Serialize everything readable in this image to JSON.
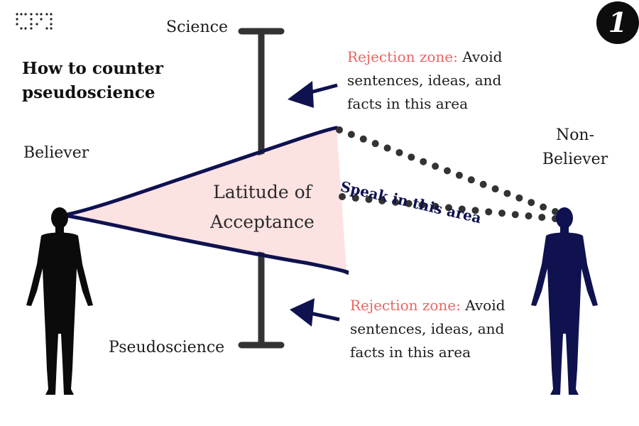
{
  "diagram": {
    "title_line1": "How to counter",
    "title_line2": "pseudoscience",
    "axis_top_label": "Science",
    "axis_bottom_label": "Pseudoscience",
    "believer_label": "Believer",
    "non_believer_label_line1": "Non-",
    "non_believer_label_line2": "Believer",
    "latitude_line1": "Latitude of",
    "latitude_line2": "Acceptance",
    "speak_text": "Speak in this area",
    "rejection_top": {
      "highlight": "Rejection zone:",
      "rest": " Avoid",
      "line2": "sentences, ideas, and",
      "line3": "facts in this area"
    },
    "rejection_bottom": {
      "highlight": "Rejection zone:",
      "rest": " Avoid",
      "line2": "sentences, ideas, and",
      "line3": "facts in this area"
    },
    "badge_number": "1",
    "colors": {
      "highlight_red": "#e96565",
      "navy": "#0f124f",
      "acceptance_fill": "#fde2e2",
      "axis": "#333333",
      "believer": "#0b0b0b"
    },
    "icons": [
      "dot-grid-logo-icon",
      "arrow-icon",
      "person-silhouette-icon"
    ]
  }
}
